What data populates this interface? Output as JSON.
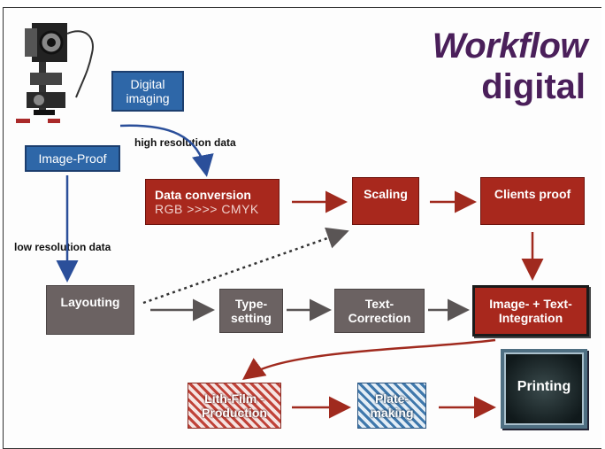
{
  "title": {
    "main": "Workflow",
    "sub": "digital"
  },
  "sources": {
    "digital_imaging": "Digital imaging",
    "image_proof": "Image-Proof"
  },
  "edge_labels": {
    "high_res": "high resolution data",
    "low_res": "low resolution data"
  },
  "steps": {
    "data_conversion_line1": "Data conversion",
    "data_conversion_line2": "RGB >>>> CMYK",
    "scaling": "Scaling",
    "clients_proof": "Clients proof",
    "layouting": "Layouting",
    "typesetting_line1": "Type-",
    "typesetting_line2": "setting",
    "text_correction_line1": "Text-",
    "text_correction_line2": "Correction",
    "integration_line1": "Image- + Text-",
    "integration_line2": "Integration",
    "lith_film_line1": "Lith-Film -",
    "lith_film_line2": "Production",
    "platemaking_line1": "Plate-",
    "platemaking_line2": "making",
    "printing": "Printing"
  },
  "colors": {
    "title": "#4a1f5a",
    "blue_box": "#2e67a8",
    "red_box": "#a8281d",
    "gray_box": "#6b6262",
    "blue_arrow": "#2b4f9a",
    "red_arrow": "#a02a1e",
    "gray_arrow": "#5a5555"
  },
  "icons": {
    "camera": "large-format-camera-icon"
  }
}
